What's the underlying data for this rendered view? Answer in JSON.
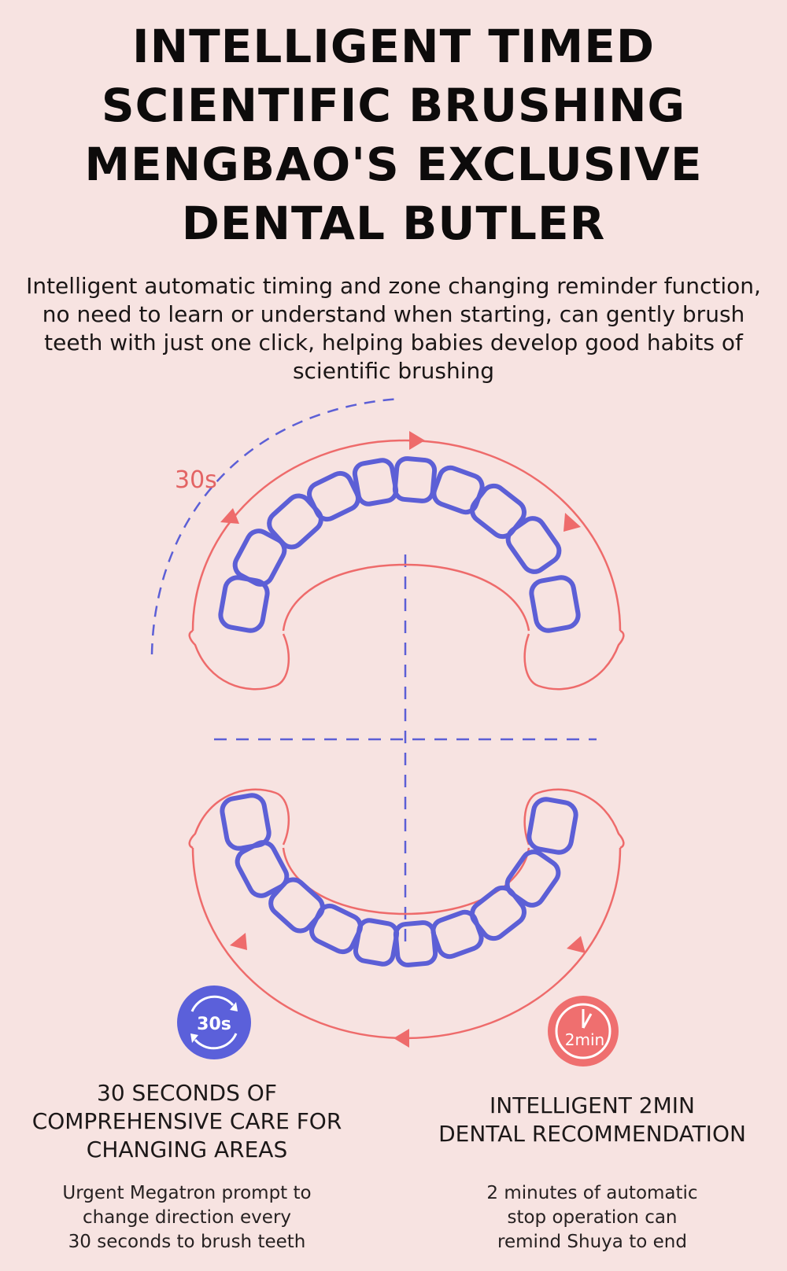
{
  "title_lines": [
    "INTELLIGENT TIMED",
    "SCIENTIFIC BRUSHING",
    "MENGBAO'S EXCLUSIVE",
    "DENTAL BUTLER"
  ],
  "intro": "Intelligent automatic timing and zone changing reminder function, no need to learn or understand when starting, can gently brush teeth with just one click, helping babies develop good habits of scientific brushing",
  "diagram": {
    "timer_label": "30s"
  },
  "badges": {
    "left_text": "30s",
    "right_text": "2min"
  },
  "features": [
    {
      "title_lines": [
        "30 SECONDS OF",
        "COMPREHENSIVE CARE FOR",
        "CHANGING AREAS"
      ],
      "desc_lines": [
        "Urgent Megatron prompt to",
        "change direction every",
        "30 seconds to brush teeth"
      ]
    },
    {
      "title_lines": [
        "INTELLIGENT 2MIN",
        "DENTAL RECOMMENDATION"
      ],
      "desc_lines": [
        "2 minutes of automatic",
        "stop operation can",
        "remind Shuya to end"
      ]
    }
  ],
  "colors": {
    "background": "#f7e3e1",
    "tooth_blue": "#5c5fd6",
    "arc_red": "#ee6b6b",
    "badge_blue": "#5b60da",
    "badge_red": "#ef6f6f"
  }
}
